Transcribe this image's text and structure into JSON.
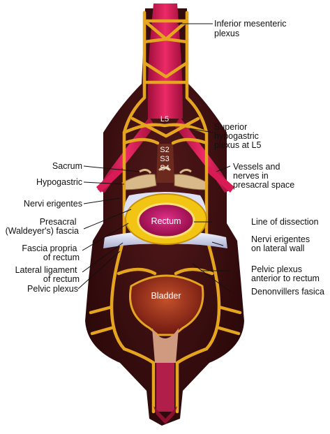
{
  "colors": {
    "background": "#ffffff",
    "body_fill": "#3a0d0e",
    "nerve": "#e5a51e",
    "nerve_dark": "#b77a0c",
    "vessel": "#d0184e",
    "rectum": "#b10f57",
    "bladder": "#9c2a1e",
    "leader": "#111111"
  },
  "icons": [
    "rectum-anatomy",
    "bladder-anatomy",
    "sacrum-bone",
    "vessel",
    "nerve-plexus"
  ],
  "inner_labels": {
    "l5": "L5",
    "s2": "S2",
    "s3": "S3",
    "s4": "S4",
    "rectum": "Rectum",
    "bladder": "Bladder"
  },
  "right_labels": {
    "inferior_mesenteric": [
      "Inferior mesenteric",
      "plexus"
    ],
    "superior_hypogastric": [
      "Superior",
      "hypogastric",
      "plexus at L5"
    ],
    "vessels_nerves": [
      "Vessels and",
      "nerves in",
      "presacral space"
    ],
    "line_of_dissection": [
      "Line of dissection"
    ],
    "nervi_lateral": [
      "Nervi erigentes",
      "on lateral wall"
    ],
    "pelvic_plexus_anterior": [
      "Pelvic plexus",
      "anterior to rectum"
    ],
    "denonvillers": [
      "Denonvillers fasica"
    ]
  },
  "left_labels": {
    "sacrum": [
      "Sacrum"
    ],
    "hypogastric": [
      "Hypogastric"
    ],
    "nervi_erigentes": [
      "Nervi erigentes"
    ],
    "presacral": [
      "Presacral",
      "(Waldeyer's) fascia"
    ],
    "fascia_propria": [
      "Fascia propria",
      "of rectum"
    ],
    "lateral_ligament": [
      "Lateral ligament",
      "of rectum"
    ],
    "pelvic_plexus": [
      "Pelvic plexus"
    ]
  }
}
